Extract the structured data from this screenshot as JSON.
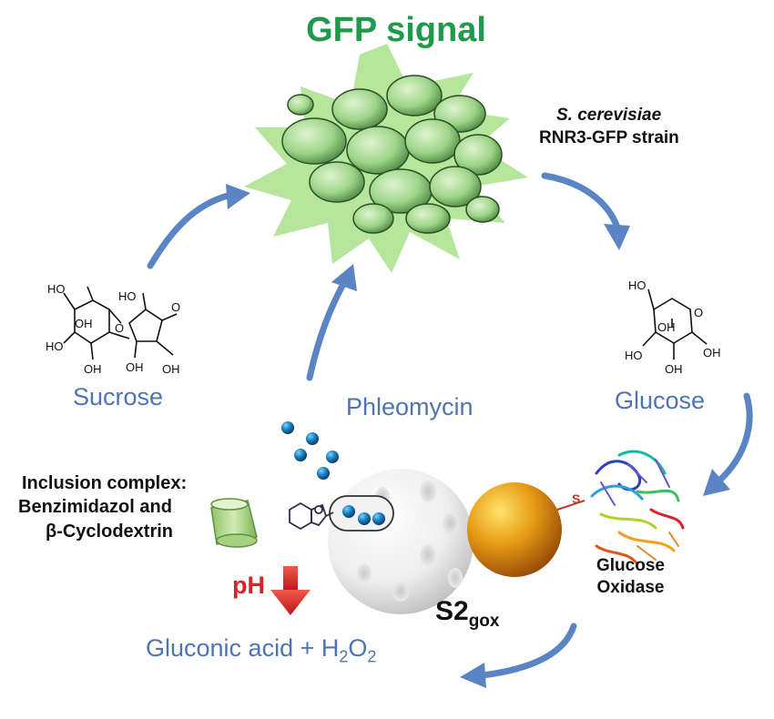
{
  "labels": {
    "gfp_signal": "GFP signal",
    "species": "S. cerevisiae",
    "strain": "RNR3-GFP strain",
    "sucrose": "Sucrose",
    "glucose": "Glucose",
    "phleomycin": "Phleomycin",
    "inclusion_line1": "Inclusion complex:",
    "inclusion_line2": "Benzimidazol and",
    "inclusion_line3": "β-Cyclodextrin",
    "ph": "pH",
    "s2_main": "S2",
    "s2_sub": "gox",
    "glucose_oxidase_line1": "Glucose",
    "glucose_oxidase_line2": "Oxidase",
    "gluconic_prefix": "Gluconic acid + H",
    "gluconic_sub1": "2",
    "gluconic_mid": "O",
    "gluconic_sub2": "2"
  },
  "chem_labels": {
    "ho": "HO",
    "oh": "OH",
    "o": "O"
  },
  "colors": {
    "gfp_green": "#1f9a4a",
    "arrow_blue": "#5b84c4",
    "text_blue": "#4f74b3",
    "ph_red": "#d8232a",
    "gold": "#d98a10",
    "cell_green": "#9fd68a",
    "star_green": "#b6e69c"
  },
  "icons": {
    "yeast": "yeast-cells-icon",
    "nanoparticle": "mesoporous-silica-nanoparticle",
    "gold_sphere": "gold-nanoparticle",
    "enzyme": "glucose-oxidase-protein-icon",
    "cyclodextrin": "cyclodextrin-cup-icon",
    "benzimidazole": "benzimidazole-icon",
    "ph_down_arrow": "ph-down-arrow-icon"
  }
}
